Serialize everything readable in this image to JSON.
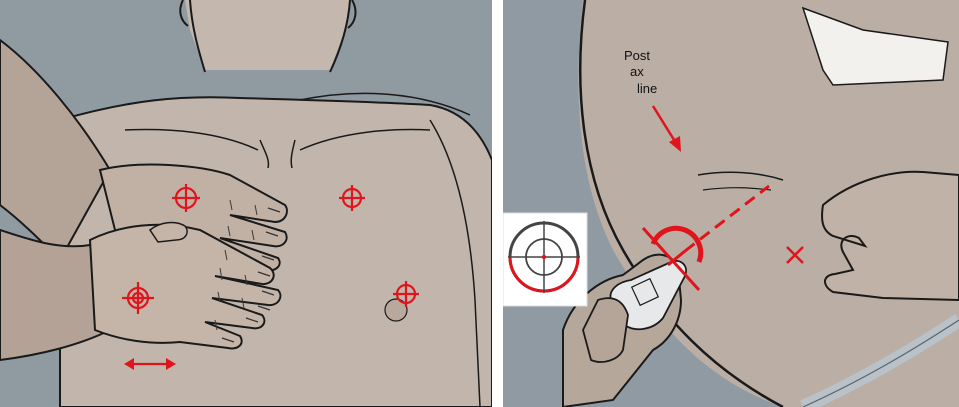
{
  "left_panel": {
    "markers": [
      {
        "type": "crosshair"
      },
      {
        "type": "crosshair"
      },
      {
        "type": "crosshair"
      },
      {
        "type": "crosshair"
      },
      {
        "type": "double-arrow"
      }
    ]
  },
  "right_panel": {
    "annotation": {
      "line1": "Post",
      "line2": "ax",
      "line3": "line"
    },
    "markers": [
      {
        "type": "arrow"
      },
      {
        "type": "dashed-line"
      },
      {
        "type": "x-mark"
      },
      {
        "type": "probe-angle"
      }
    ],
    "inset": {
      "type": "ultrasound-target-icon"
    }
  },
  "colors": {
    "marker_red": "#e0141c",
    "skin": "#c0b3a9",
    "background_gray": "#8f9ba3",
    "outline": "#1a1a1a"
  }
}
